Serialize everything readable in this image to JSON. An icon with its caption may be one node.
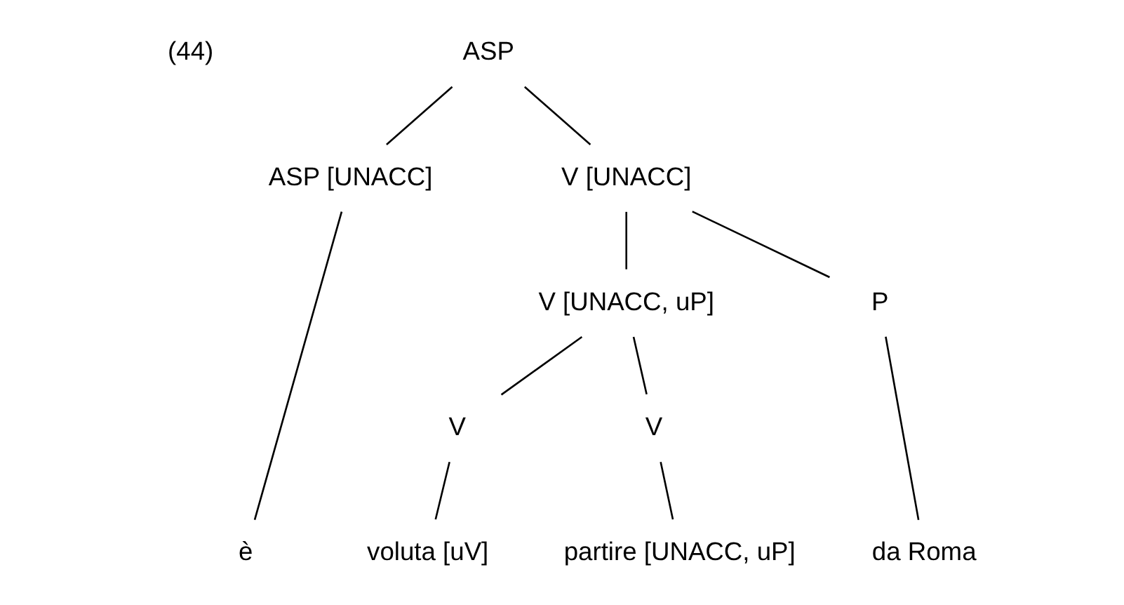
{
  "diagram": {
    "nodes": [
      {
        "text": [
          "ASP"
        ]
      },
      {
        "text": [
          "ASP [UNACC]"
        ]
      },
      {
        "text": [
          "V [UNACC]"
        ]
      },
      {
        "text": [
          "è"
        ]
      },
      {
        "text": [
          "V [UNACC, uP]"
        ]
      },
      {
        "text": [
          "P"
        ]
      },
      {
        "text": [
          "V"
        ]
      },
      {
        "text": [
          "V"
        ]
      },
      {
        "text": [
          "voluta [uV]"
        ]
      },
      {
        "text": [
          "partire [UNACC, uP]"
        ]
      },
      {
        "text": [
          "da Roma"
        ]
      }
    ],
    "edges": [
      {
        "from": 0,
        "to": 1,
        "arrow": "none"
      },
      {
        "from": 0,
        "to": 2,
        "arrow": "none"
      },
      {
        "from": 1,
        "to": 3,
        "arrow": "none"
      },
      {
        "from": 2,
        "to": 4,
        "arrow": "none"
      },
      {
        "from": 2,
        "to": 5,
        "arrow": "none"
      },
      {
        "from": 4,
        "to": 6,
        "arrow": "none"
      },
      {
        "from": 4,
        "to": 7,
        "arrow": "none"
      },
      {
        "from": 6,
        "to": 8,
        "arrow": "none"
      },
      {
        "from": 7,
        "to": 9,
        "arrow": "none"
      },
      {
        "from": 5,
        "to": 10,
        "arrow": "none"
      }
    ],
    "labels": [
      "(44)"
    ]
  }
}
